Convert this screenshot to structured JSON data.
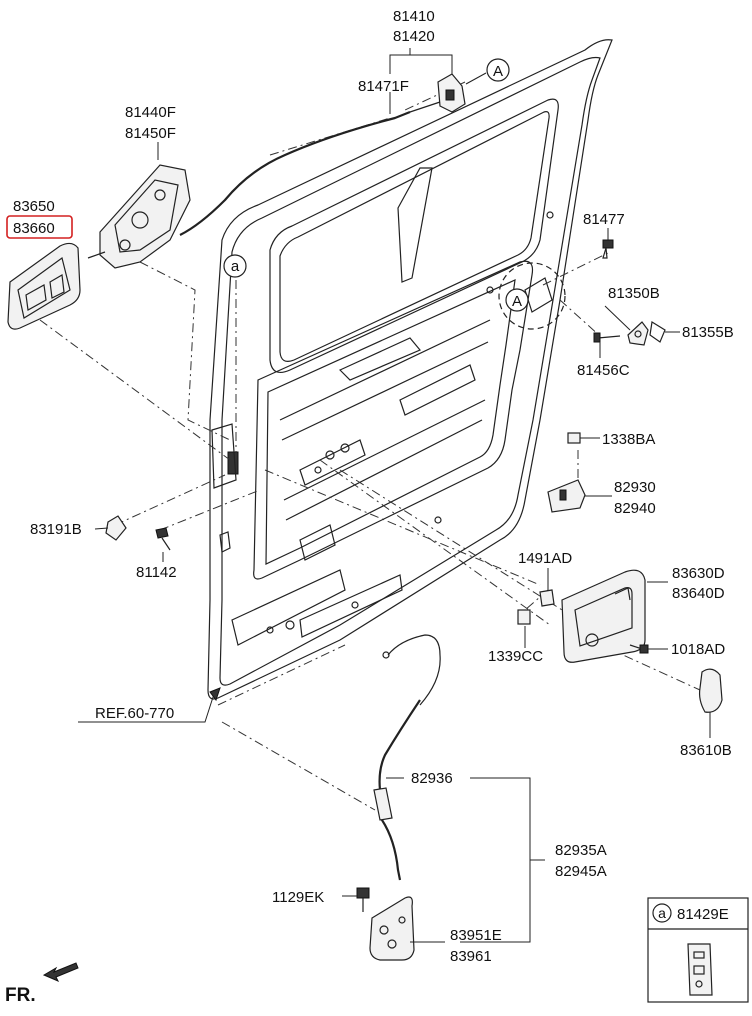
{
  "labels": {
    "p81410": "81410",
    "p81420": "81420",
    "p81471F": "81471F",
    "p81440F": "81440F",
    "p81450F": "81450F",
    "p83650": "83650",
    "p83660": "83660",
    "p81477": "81477",
    "p81350B": "81350B",
    "p81355B": "81355B",
    "p81456C": "81456C",
    "p1338BA": "1338BA",
    "p82930": "82930",
    "p82940": "82940",
    "p83191B": "83191B",
    "p81142": "81142",
    "p1491AD": "1491AD",
    "p83630D": "83630D",
    "p83640D": "83640D",
    "p1339CC": "1339CC",
    "p1018AD": "1018AD",
    "ref": "REF.60-770",
    "p83610B": "83610B",
    "p82936": "82936",
    "p82935A": "82935A",
    "p82945A": "82945A",
    "p1129EK": "1129EK",
    "p83951E": "83951E",
    "p83961": "83961",
    "fr": "FR.",
    "p81429E": "81429E"
  },
  "refs": {
    "A": "A",
    "a": "a"
  },
  "highlight_color": "#d32020"
}
